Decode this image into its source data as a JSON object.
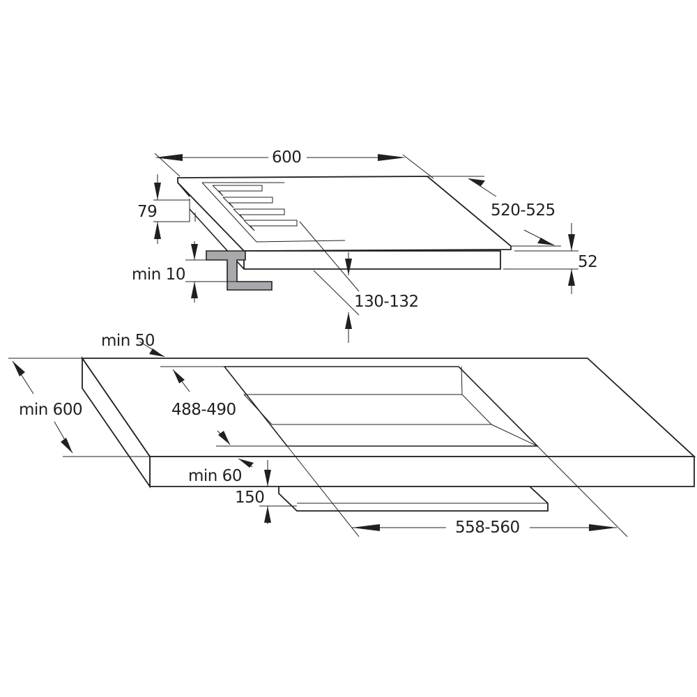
{
  "dimensions": {
    "hob_width": "600",
    "hob_depth": "520-525",
    "hob_total_height": "79",
    "hob_thickness": "52",
    "bracket_clearance": "min 10",
    "under_clearance": "130-132",
    "rear_clearance": "min 50",
    "worktop_depth": "min 600",
    "cutout_depth": "488-490",
    "front_clearance": "min 60",
    "cutout_width": "558-560",
    "underside_gap": "150"
  },
  "colors": {
    "line": "#231f20",
    "bracket": "#a7a9ac",
    "background": "#ffffff"
  }
}
